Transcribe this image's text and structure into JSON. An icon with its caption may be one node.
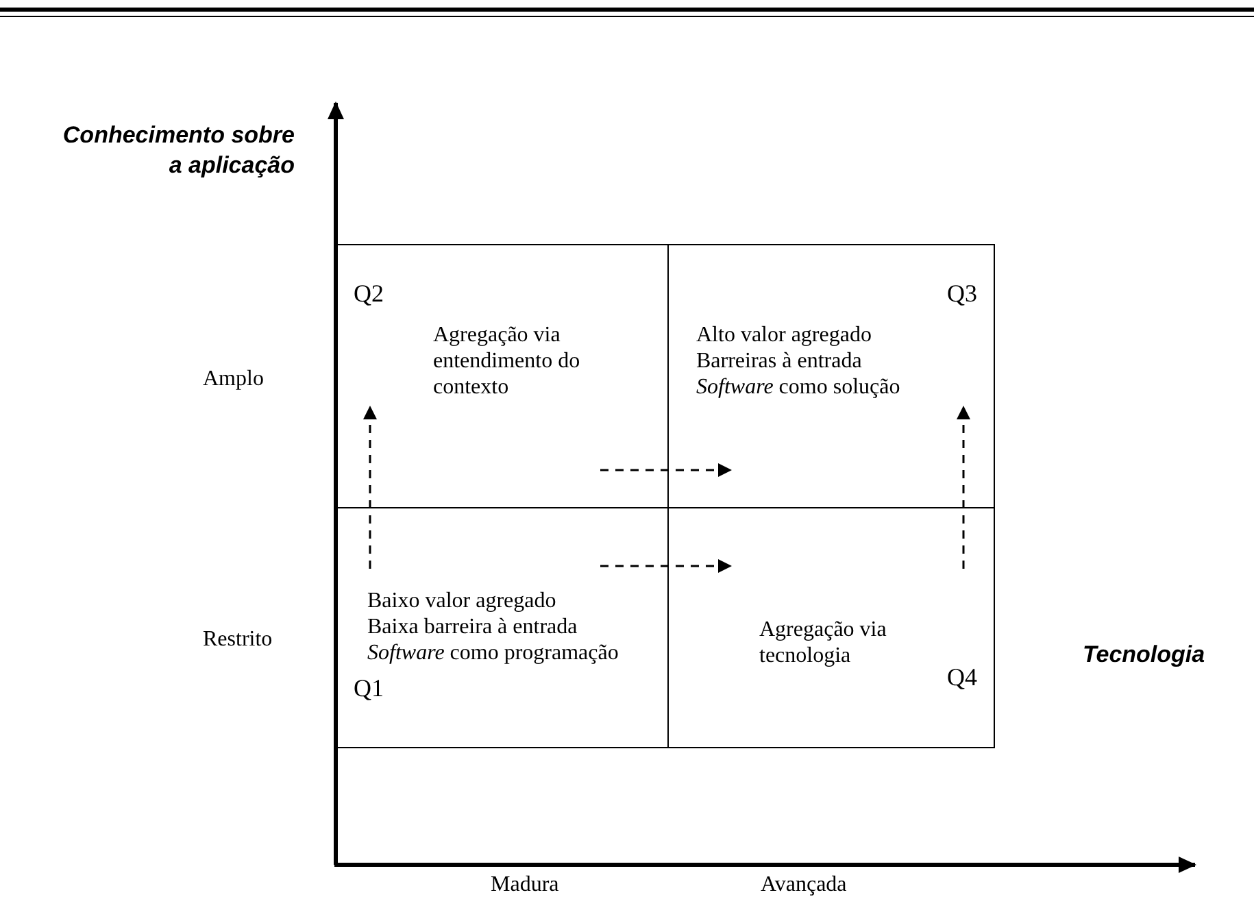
{
  "diagram": {
    "nodes": [
      {
        "text": [
          "Q2",
          "Agregação via entendimento do contexto"
        ]
      },
      {
        "text": [
          "Q3",
          "Alto valor agregado",
          "Barreiras à entrada",
          "*Software* como solução"
        ]
      },
      {
        "text": [
          "Baixo valor agregado",
          "Baixa barreira à entrada",
          "*Software* como programação",
          "Q1"
        ]
      },
      {
        "text": [
          "Agregação via tecnologia",
          "Q4"
        ]
      }
    ],
    "edges": [
      {
        "from": 2,
        "to": 0,
        "arrow": "to",
        "style": "dashed"
      },
      {
        "from": 0,
        "to": 1,
        "arrow": "to",
        "style": "dashed"
      },
      {
        "from": 2,
        "to": 3,
        "arrow": "to",
        "style": "dashed"
      },
      {
        "from": 3,
        "to": 1,
        "arrow": "to",
        "style": "dashed"
      }
    ],
    "labels": [
      "Conhecimento sobre a aplicação",
      "Amplo",
      "Restrito",
      "Tecnologia",
      "Madura",
      "Avançada"
    ]
  }
}
